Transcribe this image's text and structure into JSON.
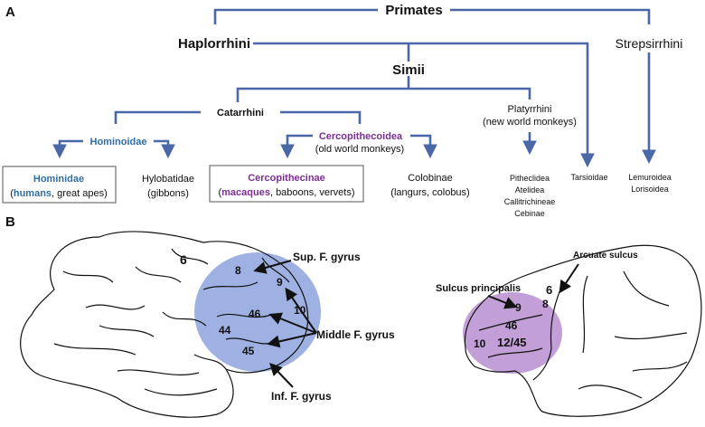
{
  "colors": {
    "tree_line": "#4a67a8",
    "blue_text": "#2f6ea6",
    "purple_text": "#7a2f91",
    "human_circle": "#8ea3dd",
    "macaque_circle": "#b78fd0"
  },
  "panel_a": {
    "label": "A",
    "primates": "Primates",
    "haplorrhini": "Haplorrhini",
    "strepsirrhini": "Strepsirrhini",
    "simii": "Simii",
    "catarrhini": "Catarrhini",
    "platyrrhini_1": "Platyrrhini",
    "platyrrhini_2": "(new world monkeys)",
    "hominoidae": "Hominoidae",
    "cercopithecoidea": "Cercopithecoidea",
    "cercopithecoidea_sub": "(old world monkeys)",
    "hominidae_title": "Hominidae",
    "hominidae_open": "(",
    "hominidae_humans": "humans",
    "hominidae_rest": ", great apes)",
    "hylobatidae": "Hylobatidae",
    "hylobatidae_sub": "(gibbons)",
    "cercopithecinae_title": "Cercopithecinae",
    "cercopithecinae_open": "(",
    "cercopithecinae_macaques": "macaques",
    "cercopithecinae_rest": ", baboons, vervets)",
    "colobinae": "Colobinae",
    "colobinae_sub": "(langurs, colobus)",
    "platyrrhini_groups": [
      "Pitheclidea",
      "Atelidea",
      "Callitrichineae",
      "Cebinae"
    ],
    "tarsioidae": "Tarsioidae",
    "strepsirrhini_groups": [
      "Lemuroidea",
      "Lorisoidea"
    ]
  },
  "panel_b": {
    "label": "B",
    "human": {
      "area_6": "6",
      "area_8": "8",
      "area_9": "9",
      "area_10": "10",
      "area_46": "46",
      "area_44": "44",
      "area_45": "45",
      "sup_f_gyrus": "Sup. F. gyrus",
      "middle_f_gyrus": "Middle  F. gyrus",
      "inf_f_gyrus": "Inf. F. gyrus"
    },
    "macaque": {
      "arcuate_sulcus": "Arcuate sulcus",
      "sulcus_principalis": "Sulcus principalis",
      "area_6": "6",
      "area_8": "8",
      "area_9": "9",
      "area_46": "46",
      "area_10": "10",
      "area_12_45": "12/45"
    }
  }
}
